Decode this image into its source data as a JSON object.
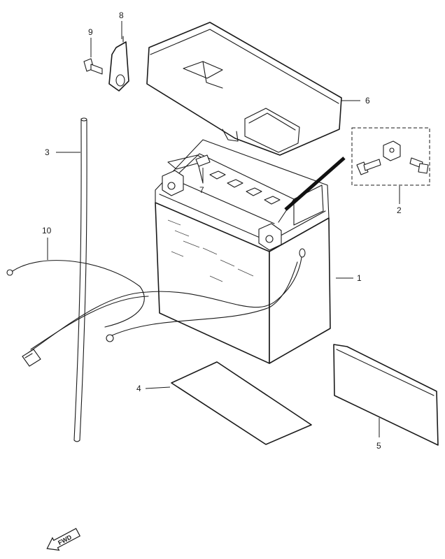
{
  "callouts": [
    {
      "id": "1",
      "text": "1",
      "part": "battery"
    },
    {
      "id": "2",
      "text": "2",
      "part": "terminal-bolt-set"
    },
    {
      "id": "3",
      "text": "3",
      "part": "breather-hose"
    },
    {
      "id": "4",
      "text": "4",
      "part": "battery-label-sheet"
    },
    {
      "id": "5",
      "text": "5",
      "part": "caution-label"
    },
    {
      "id": "6",
      "text": "6",
      "part": "battery-cover"
    },
    {
      "id": "7",
      "text": "7",
      "part": "cover-clip"
    },
    {
      "id": "8",
      "text": "8",
      "part": "holder-bracket"
    },
    {
      "id": "9",
      "text": "9",
      "part": "bracket-bolt"
    },
    {
      "id": "10",
      "text": "10",
      "part": "lead-wire"
    }
  ],
  "fwd_marker": {
    "text": "FWD",
    "icon": "fwd-arrow-icon"
  }
}
